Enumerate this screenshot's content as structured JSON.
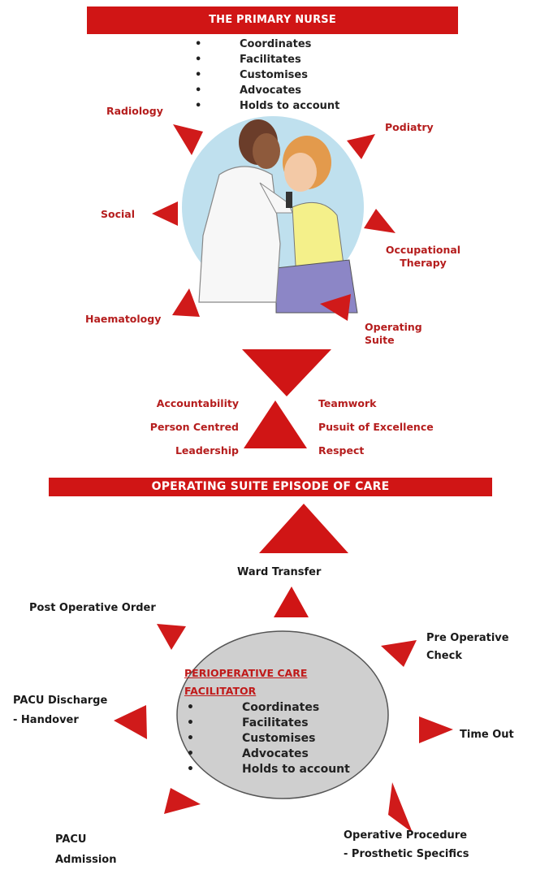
{
  "header": {
    "title": "THE PRIMARY NURSE"
  },
  "primary_roles": [
    "Coordinates",
    "Facilitates",
    "Customises",
    "Advocates",
    "Holds to account"
  ],
  "services": {
    "radiology": "Radiology",
    "podiatry": "Podiatry",
    "social": "Social",
    "occupational_1": "Occupational",
    "occupational_2": "Therapy",
    "haematology": "Haematology",
    "operating_1": "Operating",
    "operating_2": "Suite"
  },
  "values": {
    "left": [
      "Accountability",
      "Person Centred",
      "Leadership"
    ],
    "right": [
      "Teamwork",
      "Pusuit of Excellence",
      "Respect"
    ]
  },
  "episode_banner": "OPERATING SUITE EPISODE OF CARE",
  "episode_steps": {
    "ward_transfer": "Ward  Transfer",
    "post_op": "Post Operative Order",
    "pre_op_1": "Pre Operative",
    "pre_op_2": "Check",
    "pacu_discharge_1": "PACU Discharge",
    "pacu_discharge_2": "- Handover",
    "time_out": "Time Out",
    "op_procedure_1": "Operative Procedure",
    "op_procedure_2": "- Prosthetic Specifics",
    "pacu_admission_1": "PACU",
    "pacu_admission_2": "Admission"
  },
  "facilitator": {
    "title_1": "PERIOPERATIVE CARE",
    "title_2": "FACILITATOR",
    "roles": [
      "Coordinates",
      "Facilitates",
      "Customises",
      "Advocates",
      "Holds to account"
    ]
  },
  "colors": {
    "accent_red": "#d01515",
    "circle_blue": "#bfe0ee",
    "oval_grey": "#cfcfcf"
  }
}
